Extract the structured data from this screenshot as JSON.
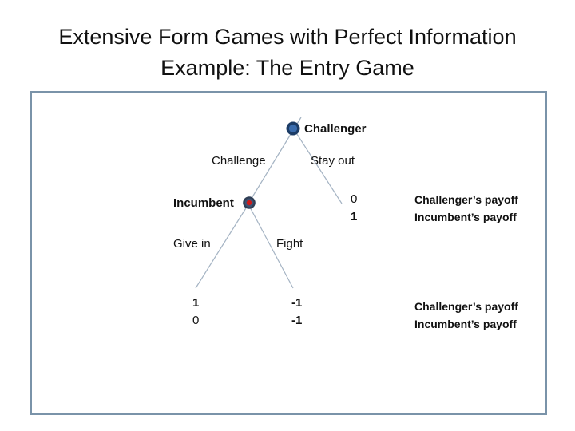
{
  "slide": {
    "title": "Extensive Form Games with Perfect Information",
    "subtitle": "Example: The Entry Game"
  },
  "tree": {
    "root_player": "Challenger",
    "second_player": "Incumbent",
    "actions": {
      "challenge": "Challenge",
      "stay_out": "Stay out",
      "give_in": "Give in",
      "fight": "Fight"
    },
    "outcomes": {
      "stay_out": {
        "challenger": "0",
        "incumbent": "1"
      },
      "give_in": {
        "challenger": "1",
        "incumbent": "0"
      },
      "fight": {
        "challenger": "-1",
        "incumbent": "-1"
      }
    },
    "payoff_legend": {
      "line1": "Challenger’s payoff",
      "line2": "Incumbent’s payoff"
    }
  },
  "colors": {
    "box_border": "#7a93a9",
    "tree_line": "#a4b3c3",
    "challenger_node_fill": "#3a6cad",
    "challenger_node_ring": "#1c3c66",
    "incumbent_node_fill": "#3f5373",
    "incumbent_node_ring": "#2f3e55",
    "incumbent_node_dot": "#cc1a1a",
    "text": "#111111"
  }
}
